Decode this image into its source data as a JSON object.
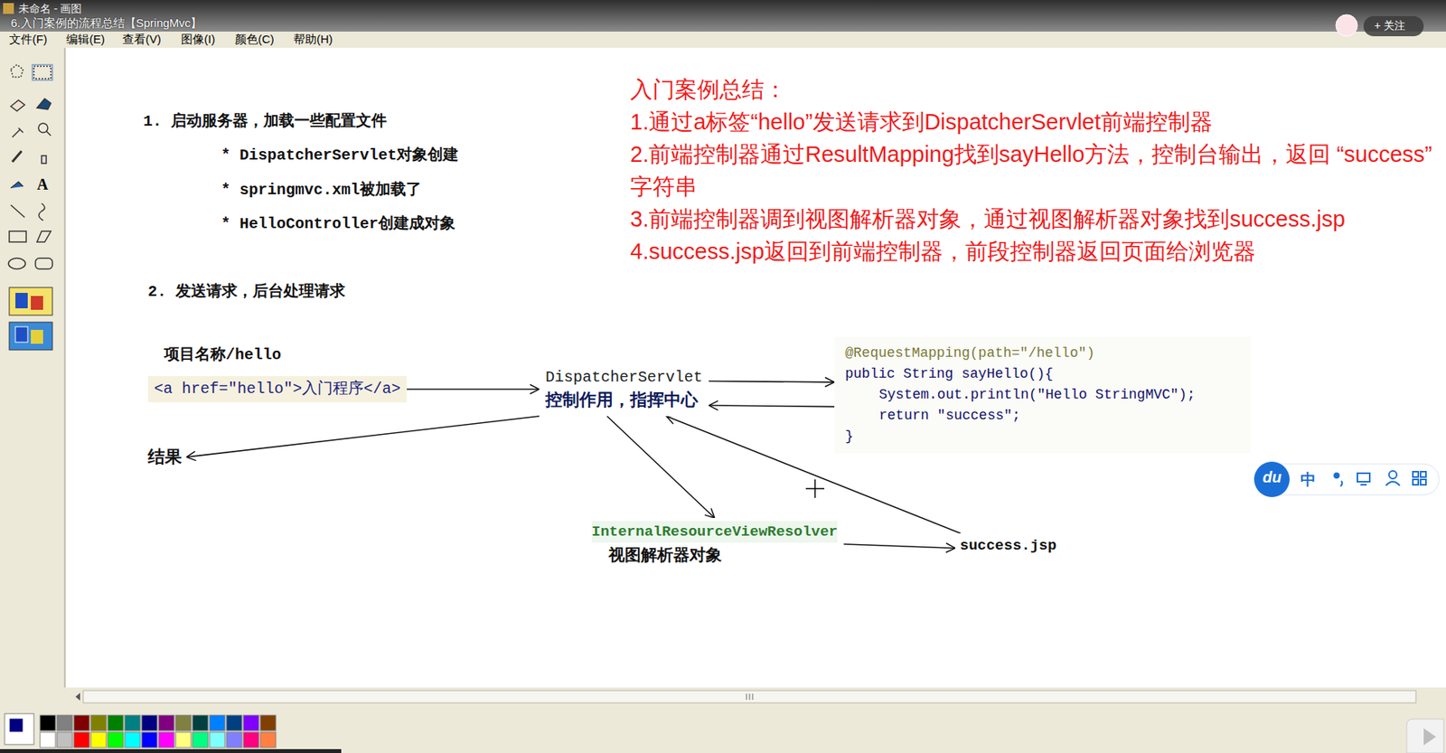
{
  "diagram": {
    "nodes": [
      {
        "text": [
          "<a href=\"hello\">入门程序</a>"
        ]
      },
      {
        "text": [
          "DispatcherServlet",
          "控制作用，指挥中心"
        ]
      },
      {
        "text": [
          "@RequestMapping(path=\"/hello\")",
          "public String sayHello(){",
          "System.out.println(\"Hello StringMVC\");",
          "return \"success\";",
          "}"
        ]
      },
      {
        "text": [
          "结果"
        ]
      },
      {
        "text": [
          "InternalResourceViewResolver",
          "视图解析器对象"
        ]
      },
      {
        "text": [
          "success.jsp"
        ]
      }
    ],
    "edges": [
      {
        "from": 0,
        "to": 1,
        "arrow": "to"
      },
      {
        "from": 1,
        "to": 2,
        "arrow": "to"
      },
      {
        "from": 2,
        "to": 1,
        "arrow": "to"
      },
      {
        "from": 1,
        "to": 3,
        "arrow": "to"
      },
      {
        "from": 1,
        "to": 4,
        "arrow": "to"
      },
      {
        "from": 4,
        "to": 5,
        "arrow": "to"
      },
      {
        "from": 5,
        "to": 1,
        "arrow": "to"
      }
    ],
    "labels": [
      "未命名 - 画图",
      "6.入门案例的流程总结【SpringMvc】",
      "文件(F)",
      "编辑(E)",
      "查看(V)",
      "图像(I)",
      "颜色(C)",
      "帮助(H)",
      "+ 关注",
      "1. 启动服务器，加载一些配置文件",
      "* DispatcherServlet对象创建",
      "* springmvc.xml被加载了",
      "* HelloController创建成对象",
      "2. 发送请求，后台处理请求",
      "项目名称/hello",
      "入门案例总结：",
      "1.通过a标签“hello”发送请求到DispatcherServlet前端控制器",
      "2.前端控制器通过ResultMapping找到sayHello方法，控制台输出，返回 “success”字符串",
      "3.前端控制器调到视图解析器对象，通过视图解析器对象找到success.jsp",
      "4.success.jsp返回到前端控制器，前段控制器返回页面给浏览器",
      "du",
      "中"
    ]
  }
}
